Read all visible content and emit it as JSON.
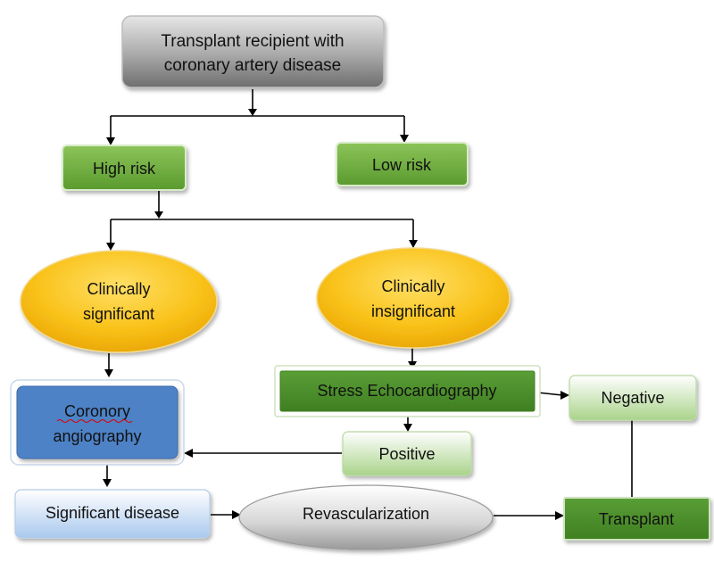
{
  "nodes": {
    "root": [
      "Transplant recipient with",
      "coronary artery disease"
    ],
    "high_risk": "High risk",
    "low_risk": "Low risk",
    "clin_sig": [
      "Clinically",
      "significant"
    ],
    "clin_insig": [
      "Clinically",
      "insignificant"
    ],
    "coronary": [
      "Coronory",
      "angiography"
    ],
    "stress_echo": "Stress Echocardiography",
    "negative": "Negative",
    "positive": "Positive",
    "sig_disease": "Significant disease",
    "revasc": "Revascularization",
    "transplant": "Transplant"
  },
  "colors": {
    "gray_box": "#8a8a8a",
    "green_box": "#6aaa3a",
    "light_green_box": "#d6ecc4",
    "yellow_ellipse": "#f7c21a",
    "blue_box": "#4e82c6",
    "light_blue_box": "#d7e6f7",
    "gray_ellipse": "#cfcfcf"
  }
}
